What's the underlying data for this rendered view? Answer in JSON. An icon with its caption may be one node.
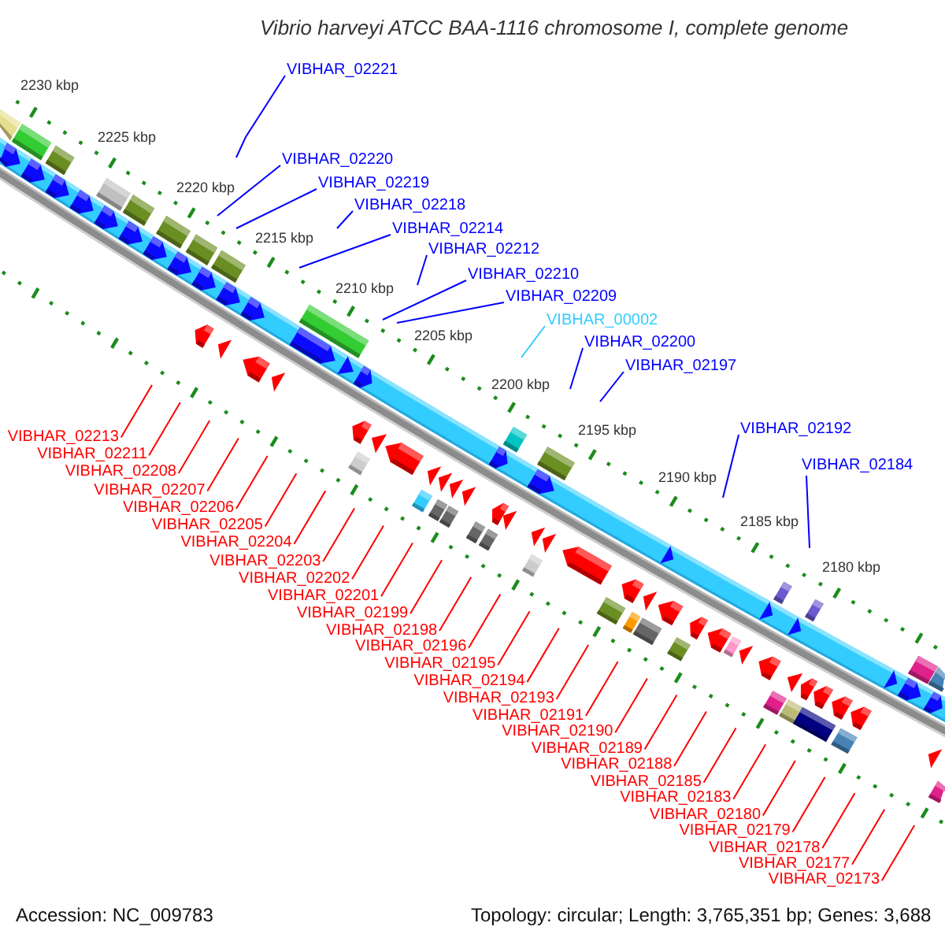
{
  "diagram": {
    "title": "Vibrio harveyi ATCC BAA-1116 chromosome I, complete genome",
    "nodes": [
      {
        "text": [
          "VIBHAR_02221"
        ]
      },
      {
        "text": [
          "VIBHAR_02220"
        ]
      },
      {
        "text": [
          "VIBHAR_02219"
        ]
      },
      {
        "text": [
          "VIBHAR_02218"
        ]
      },
      {
        "text": [
          "VIBHAR_02214"
        ]
      },
      {
        "text": [
          "VIBHAR_02212"
        ]
      },
      {
        "text": [
          "VIBHAR_02210"
        ]
      },
      {
        "text": [
          "VIBHAR_02209"
        ]
      },
      {
        "text": [
          "VIBHAR_00002"
        ]
      },
      {
        "text": [
          "VIBHAR_02200"
        ]
      },
      {
        "text": [
          "VIBHAR_02197"
        ]
      },
      {
        "text": [
          "VIBHAR_02192"
        ]
      },
      {
        "text": [
          "VIBHAR_02184"
        ]
      },
      {
        "text": [
          "VIBHAR_02213"
        ]
      },
      {
        "text": [
          "VIBHAR_02211"
        ]
      },
      {
        "text": [
          "VIBHAR_02208"
        ]
      },
      {
        "text": [
          "VIBHAR_02207"
        ]
      },
      {
        "text": [
          "VIBHAR_02206"
        ]
      },
      {
        "text": [
          "VIBHAR_02205"
        ]
      },
      {
        "text": [
          "VIBHAR_02204"
        ]
      },
      {
        "text": [
          "VIBHAR_02203"
        ]
      },
      {
        "text": [
          "VIBHAR_02202"
        ]
      },
      {
        "text": [
          "VIBHAR_02201"
        ]
      },
      {
        "text": [
          "VIBHAR_02199"
        ]
      },
      {
        "text": [
          "VIBHAR_02198"
        ]
      },
      {
        "text": [
          "VIBHAR_02196"
        ]
      },
      {
        "text": [
          "VIBHAR_02195"
        ]
      },
      {
        "text": [
          "VIBHAR_02194"
        ]
      },
      {
        "text": [
          "VIBHAR_02193"
        ]
      },
      {
        "text": [
          "VIBHAR_02191"
        ]
      },
      {
        "text": [
          "VIBHAR_02190"
        ]
      },
      {
        "text": [
          "VIBHAR_02189"
        ]
      },
      {
        "text": [
          "VIBHAR_02188"
        ]
      },
      {
        "text": [
          "VIBHAR_02185"
        ]
      },
      {
        "text": [
          "VIBHAR_02183"
        ]
      },
      {
        "text": [
          "VIBHAR_02180"
        ]
      },
      {
        "text": [
          "VIBHAR_02179"
        ]
      },
      {
        "text": [
          "VIBHAR_02178"
        ]
      },
      {
        "text": [
          "VIBHAR_02177"
        ]
      },
      {
        "text": [
          "VIBHAR_02173"
        ]
      }
    ],
    "edges": [
      {
        "from": 0,
        "to": null,
        "arrow": "none",
        "color": "#0000ff"
      },
      {
        "from": 1,
        "to": null,
        "arrow": "none",
        "color": "#0000ff"
      },
      {
        "from": 2,
        "to": null,
        "arrow": "none",
        "color": "#0000ff"
      },
      {
        "from": 3,
        "to": null,
        "arrow": "none",
        "color": "#0000ff"
      },
      {
        "from": 4,
        "to": null,
        "arrow": "none",
        "color": "#0000ff"
      },
      {
        "from": 5,
        "to": null,
        "arrow": "none",
        "color": "#0000ff"
      },
      {
        "from": 6,
        "to": null,
        "arrow": "none",
        "color": "#0000ff"
      },
      {
        "from": 7,
        "to": null,
        "arrow": "none",
        "color": "#0000ff"
      },
      {
        "from": 8,
        "to": null,
        "arrow": "none",
        "color": "#33ccff"
      },
      {
        "from": 9,
        "to": null,
        "arrow": "none",
        "color": "#0000ff"
      },
      {
        "from": 10,
        "to": null,
        "arrow": "none",
        "color": "#0000ff"
      },
      {
        "from": 11,
        "to": null,
        "arrow": "none",
        "color": "#0000ff"
      },
      {
        "from": 12,
        "to": null,
        "arrow": "none",
        "color": "#0000ff"
      },
      {
        "from": 13,
        "to": null,
        "arrow": "none"
      },
      {
        "from": 14,
        "to": null,
        "arrow": "none"
      },
      {
        "from": 15,
        "to": null,
        "arrow": "none"
      },
      {
        "from": 16,
        "to": null,
        "arrow": "none"
      },
      {
        "from": 17,
        "to": null,
        "arrow": "none"
      },
      {
        "from": 18,
        "to": null,
        "arrow": "none"
      },
      {
        "from": 19,
        "to": null,
        "arrow": "none"
      },
      {
        "from": 20,
        "to": null,
        "arrow": "none"
      },
      {
        "from": 21,
        "to": null,
        "arrow": "none"
      },
      {
        "from": 22,
        "to": null,
        "arrow": "none"
      },
      {
        "from": 23,
        "to": null,
        "arrow": "none"
      },
      {
        "from": 24,
        "to": null,
        "arrow": "none"
      },
      {
        "from": 25,
        "to": null,
        "arrow": "none"
      },
      {
        "from": 26,
        "to": null,
        "arrow": "none"
      },
      {
        "from": 27,
        "to": null,
        "arrow": "none"
      },
      {
        "from": 28,
        "to": null,
        "arrow": "none"
      },
      {
        "from": 29,
        "to": null,
        "arrow": "none"
      },
      {
        "from": 30,
        "to": null,
        "arrow": "none"
      },
      {
        "from": 31,
        "to": null,
        "arrow": "none"
      },
      {
        "from": 32,
        "to": null,
        "arrow": "none"
      },
      {
        "from": 33,
        "to": null,
        "arrow": "none"
      },
      {
        "from": 34,
        "to": null,
        "arrow": "none"
      },
      {
        "from": 35,
        "to": null,
        "arrow": "none"
      },
      {
        "from": 36,
        "to": null,
        "arrow": "none"
      },
      {
        "from": 37,
        "to": null,
        "arrow": "none"
      },
      {
        "from": 38,
        "to": null,
        "arrow": "none"
      },
      {
        "from": 39,
        "to": null,
        "arrow": "none"
      }
    ],
    "labels": [
      "2230 kbp",
      "2225 kbp",
      "2220 kbp",
      "2215 kbp",
      "2210 kbp",
      "2205 kbp",
      "2200 kbp",
      "2195 kbp",
      "2190 kbp",
      "2185 kbp",
      "2180 kbp",
      "Accession: NC_009783",
      "Topology: circular; Length: 3,765,351 bp; Genes: 3,688"
    ]
  }
}
